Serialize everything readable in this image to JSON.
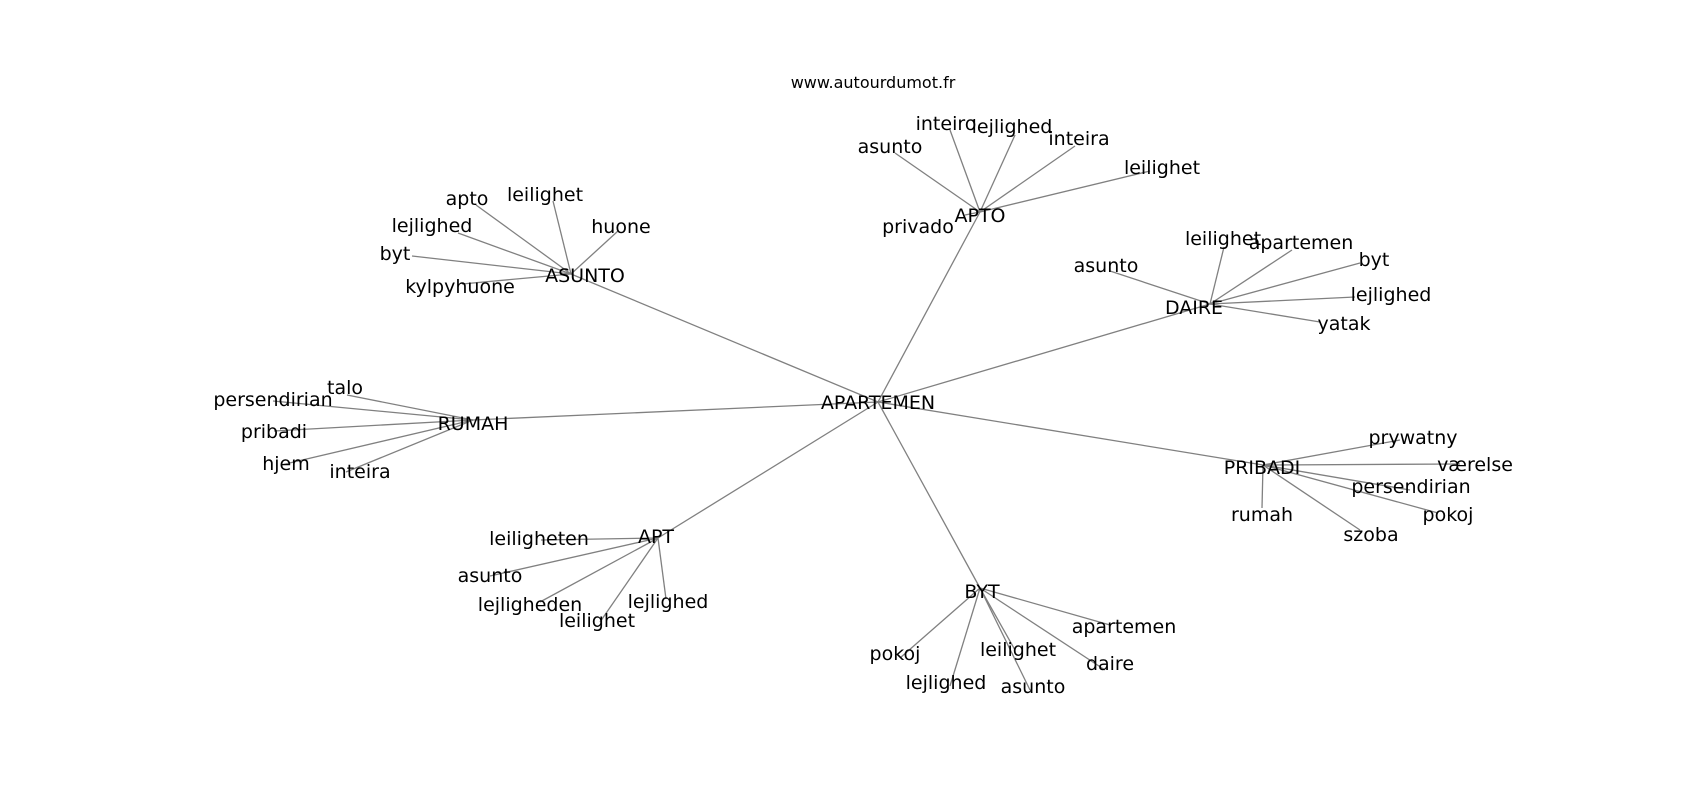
{
  "source": "www.autourdumot.fr",
  "center": {
    "label": "APARTEMEN"
  },
  "clusters": [
    {
      "id": "asunto",
      "label": "ASUNTO",
      "leaves": [
        "apto",
        "leilighet",
        "huone",
        "lejlighed",
        "byt",
        "kylpyhuone"
      ]
    },
    {
      "id": "apto",
      "label": "APTO",
      "leaves": [
        "asunto",
        "inteiro",
        "lejlighed",
        "inteira",
        "leilighet",
        "privado"
      ]
    },
    {
      "id": "daire",
      "label": "DAIRE",
      "leaves": [
        "asunto",
        "leilighet",
        "apartemen",
        "byt",
        "lejlighed",
        "yatak"
      ]
    },
    {
      "id": "rumah",
      "label": "RUMAH",
      "leaves": [
        "talo",
        "persendirian",
        "pribadi",
        "hjem",
        "inteira"
      ]
    },
    {
      "id": "pribadi",
      "label": "PRIBADI",
      "leaves": [
        "prywatny",
        "værelse",
        "persendirian",
        "pokoj",
        "rumah",
        "szoba"
      ]
    },
    {
      "id": "apt",
      "label": "APT",
      "leaves": [
        "leiligheten",
        "asunto",
        "lejligheden",
        "leilighet",
        "lejlighed"
      ]
    },
    {
      "id": "byt",
      "label": "BYT",
      "leaves": [
        "apartemen",
        "pokoj",
        "leilighet",
        "daire",
        "lejlighed",
        "asunto"
      ]
    }
  ]
}
